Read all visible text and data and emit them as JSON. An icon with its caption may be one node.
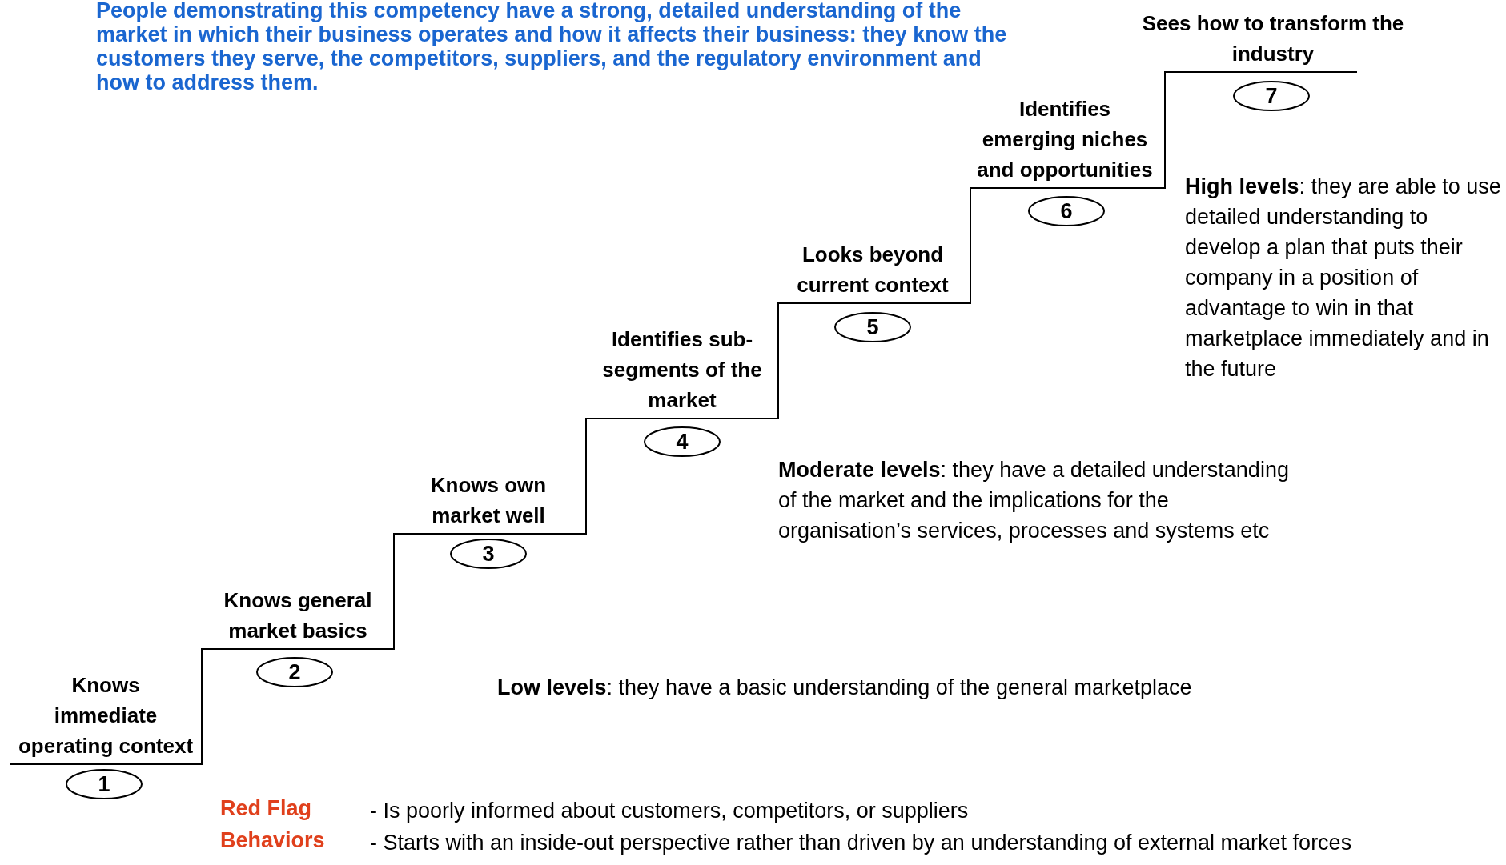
{
  "diagram": {
    "nodes": [
      {
        "text": [
          "1"
        ],
        "beside": [
          "Knows immediate operating context"
        ]
      },
      {
        "text": [
          "2"
        ],
        "beside": [
          "Knows general market basics"
        ]
      },
      {
        "text": [
          "3"
        ],
        "beside": [
          "Knows own market well"
        ]
      },
      {
        "text": [
          "4"
        ],
        "beside": [
          "Identifies sub-segments of the market"
        ]
      },
      {
        "text": [
          "5"
        ],
        "beside": [
          "Looks beyond current context"
        ]
      },
      {
        "text": [
          "6"
        ],
        "beside": [
          "Identifies emerging niches and opportunities"
        ]
      },
      {
        "text": [
          "7"
        ],
        "beside": [
          "Sees how to transform the industry"
        ]
      }
    ],
    "labels": [
      "People demonstrating this competency have a strong, detailed understanding of the market in which their business operates and how it affects their business: they know the customers they serve, the competitors, suppliers, and the regulatory environment and how to address them.",
      "**High levels**: they are able to use detailed understanding to develop a plan that puts their company in a position of advantage to win in that marketplace immediately and in the future",
      "**Moderate levels**: they have a detailed understanding of the market and the implications for the organisation’s services, processes and systems etc",
      "**Low levels**: they have a basic understanding of  the general marketplace",
      "Red Flag Behaviors",
      "- Is poorly informed about customers, competitors, or suppliers",
      "- Starts with an inside-out perspective rather than driven by an understanding of external market forces"
    ]
  }
}
